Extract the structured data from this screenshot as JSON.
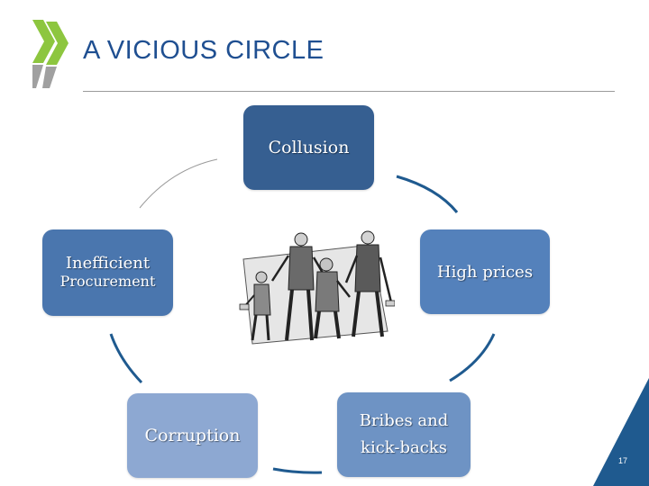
{
  "slide": {
    "title": "A VICIOUS CIRCLE",
    "number": "17"
  },
  "cycle": {
    "nodes": [
      {
        "lines": [
          "Collusion"
        ]
      },
      {
        "lines": [
          "High prices"
        ]
      },
      {
        "lines": [
          "Bribes and",
          "kick-backs"
        ]
      },
      {
        "lines": [
          "Corruption"
        ]
      },
      {
        "lines": [
          "Inefficient",
          "Procurement"
        ]
      }
    ]
  },
  "colors": {
    "title": "#1f4f91",
    "logo": "#8dc63f",
    "arrows": "#1f5a8f",
    "corner_accent": "#1f5a8f"
  },
  "icons": {
    "logo": "oecd-chevron-logo",
    "illustration": "business-people-handshake-illustration"
  }
}
